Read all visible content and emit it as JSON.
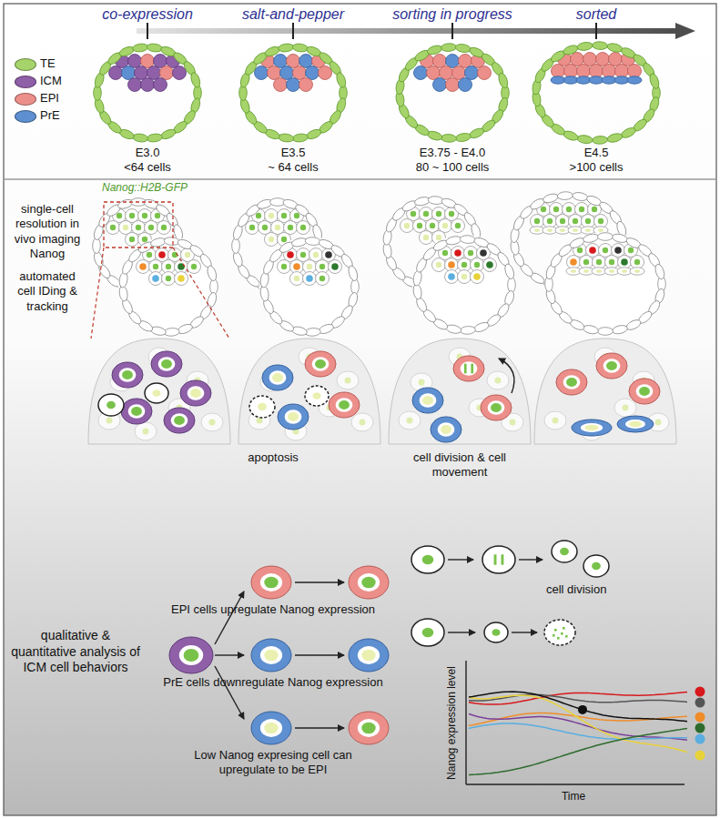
{
  "diagram": {
    "labels": [
      "co-expression",
      "salt-and-pepper",
      "sorting in progress",
      "sorted",
      "E3.0",
      "<64 cells",
      "E3.5",
      "~ 64 cells",
      "E3.75 - E4.0",
      "80 ~ 100 cells",
      "E4.5",
      ">100 cells",
      "Nanog::H2B-GFP",
      "single-cell resolution in vivo imaging Nanog",
      "automated cell IDing & tracking",
      "apoptosis",
      "cell division & cell movement",
      "qualitative & quantitative analysis of ICM cell behaviors",
      "EPI cells upregulate Nanog expression",
      "PrE cells downregulate Nanog expression",
      "Low Nanog expresing cell can upregulate to be EPI",
      "cell division",
      "Nanog expression level",
      "Time"
    ],
    "legend": [
      {
        "text": "TE",
        "color": "#a6d46a"
      },
      {
        "text": "ICM",
        "color": "#8f5fa8"
      },
      {
        "text": "EPI",
        "color": "#ec8f8a"
      },
      {
        "text": "PrE",
        "color": "#5e8fd0"
      }
    ]
  }
}
